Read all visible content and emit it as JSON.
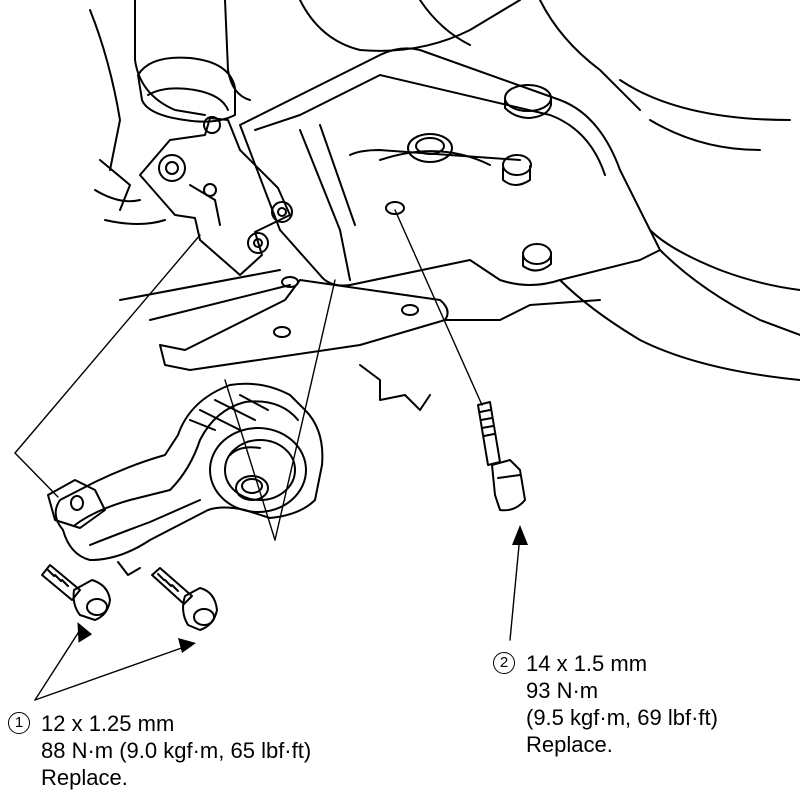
{
  "callouts": [
    {
      "number": "1",
      "lines": [
        "12 x 1.25 mm",
        "88 N·m (9.0 kgf·m, 65 lbf·ft)",
        "Replace."
      ]
    },
    {
      "number": "2",
      "lines": [
        "14 x 1.5 mm",
        "93 N·m",
        "(9.5 kgf·m, 69 lbf·ft)",
        "Replace."
      ]
    }
  ]
}
